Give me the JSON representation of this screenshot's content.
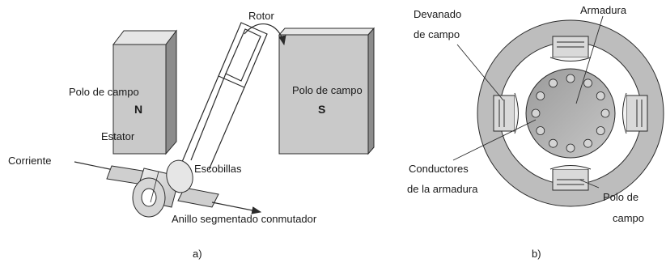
{
  "figure_a": {
    "rotor": "Rotor",
    "pole_left": "Polo de campo",
    "pole_left_letter": "N",
    "stator": "Estator",
    "pole_right": "Polo de campo",
    "pole_right_letter": "S",
    "current": "Corriente",
    "brushes": "Escobillas",
    "commutator": "Anillo segmentado conmutador",
    "caption": "a)"
  },
  "figure_b": {
    "field_winding_1": "Devanado",
    "field_winding_2": "de campo",
    "armature": "Armadura",
    "conductors_1": "Conductores",
    "conductors_2": "de la armadura",
    "pole_1": "Polo de",
    "pole_2": "campo",
    "caption": "b)"
  },
  "colors": {
    "line": "#2b2b2b",
    "block_front": "#c9c9c9",
    "block_side": "#8c8c8c",
    "block_top": "#e6e6e6",
    "ring": "#bdbdbd",
    "core": "#a9a9a9",
    "conductor": "#d4d4d4"
  }
}
